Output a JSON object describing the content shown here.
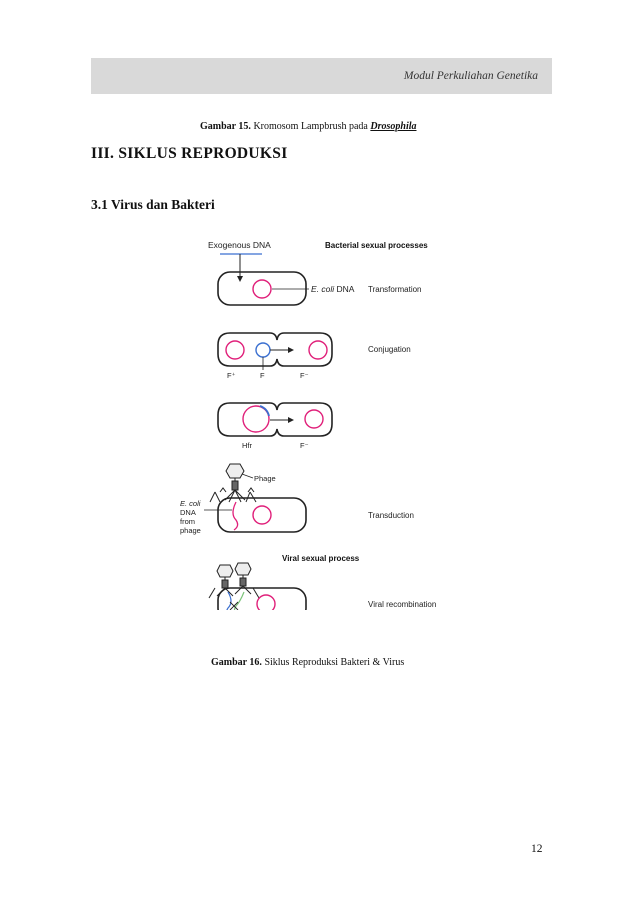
{
  "header": {
    "title": "Modul Perkuliahan Genetika"
  },
  "figure15_caption": {
    "label": "Gambar 15.",
    "text": "Kromosom Lampbrush pada",
    "emphasis": "Drosophila"
  },
  "section_heading": "III. SIKLUS REPRODUKSI",
  "subsection_heading": "3.1 Virus dan Bakteri",
  "diagram": {
    "exogenous_dna": "Exogenous DNA",
    "bacterial_heading": "Bacterial sexual processes",
    "ecoli_dna_italic": "E. coli",
    "ecoli_dna_rest": "DNA",
    "transformation": "Transformation",
    "conjugation": "Conjugation",
    "f_plus": "F⁺",
    "f": "F",
    "f_minus": "F⁻",
    "hfr": "Hfr",
    "f_minus2": "F⁻",
    "phage": "Phage",
    "ecoli_from_phage_1": "E. coli",
    "ecoli_from_phage_2": "DNA",
    "ecoli_from_phage_3": "from",
    "ecoli_from_phage_4": "phage",
    "transduction": "Transduction",
    "viral_heading": "Viral sexual process",
    "viral_recombination": "Viral recombination",
    "colors": {
      "dna_pink": "#e0207a",
      "plasmid_blue": "#3a6fd0",
      "viral_green": "#7cc47a"
    }
  },
  "figure16_caption": {
    "label": "Gambar 16.",
    "text": "Siklus Reproduksi Bakteri & Virus"
  },
  "page_number": "12"
}
